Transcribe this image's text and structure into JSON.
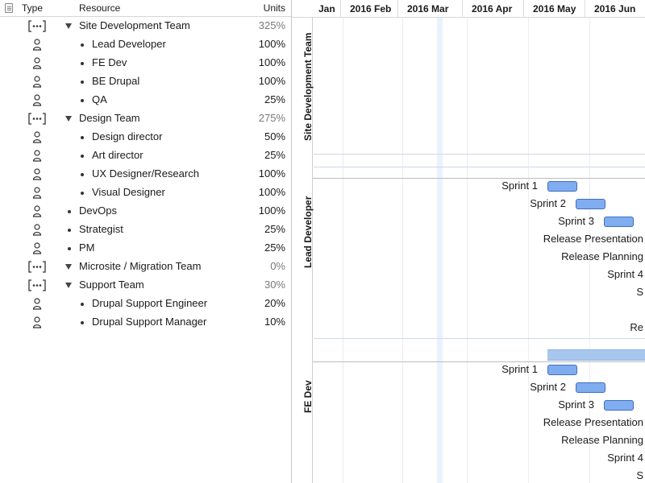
{
  "table": {
    "headers": {
      "type": "Type",
      "resource": "Resource",
      "units": "Units"
    },
    "rows": [
      {
        "kind": "group",
        "level": 1,
        "name": "Site Development Team",
        "units": "325%"
      },
      {
        "kind": "person",
        "level": 2,
        "name": "Lead Developer",
        "units": "100%"
      },
      {
        "kind": "person",
        "level": 2,
        "name": "FE Dev",
        "units": "100%"
      },
      {
        "kind": "person",
        "level": 2,
        "name": "BE Drupal",
        "units": "100%"
      },
      {
        "kind": "person",
        "level": 2,
        "name": "QA",
        "units": "25%"
      },
      {
        "kind": "group",
        "level": 1,
        "name": "Design Team",
        "units": "275%"
      },
      {
        "kind": "person",
        "level": 2,
        "name": "Design director",
        "units": "50%"
      },
      {
        "kind": "person",
        "level": 2,
        "name": "Art director",
        "units": "25%"
      },
      {
        "kind": "person",
        "level": 2,
        "name": "UX Designer/Research",
        "units": "100%"
      },
      {
        "kind": "person",
        "level": 2,
        "name": "Visual Designer",
        "units": "100%"
      },
      {
        "kind": "person",
        "level": 1,
        "name": "DevOps",
        "units": "100%"
      },
      {
        "kind": "person",
        "level": 1,
        "name": "Strategist",
        "units": "25%"
      },
      {
        "kind": "person",
        "level": 1,
        "name": "PM",
        "units": "25%"
      },
      {
        "kind": "group",
        "level": 1,
        "name": "Microsite / Migration Team",
        "units": "0%"
      },
      {
        "kind": "group",
        "level": 1,
        "name": "Support Team",
        "units": "30%"
      },
      {
        "kind": "person",
        "level": 2,
        "name": "Drupal Support Engineer",
        "units": "20%"
      },
      {
        "kind": "person",
        "level": 2,
        "name": "Drupal Support Manager",
        "units": "10%"
      }
    ]
  },
  "gantt": {
    "months": [
      "Jan",
      "2016 Feb",
      "2016 Mar",
      "2016 Apr",
      "2016 May",
      "2016 Jun"
    ],
    "sections": [
      {
        "label": "Site Development Team",
        "tasks": []
      },
      {
        "label": "Lead Developer",
        "tasks": [
          {
            "name": "Sprint 1",
            "bar": true
          },
          {
            "name": "Sprint 2",
            "bar": true
          },
          {
            "name": "Sprint 3",
            "bar": true
          },
          {
            "name": "Release Presentation",
            "bar": false
          },
          {
            "name": "Release Planning",
            "bar": false
          },
          {
            "name": "Sprint 4",
            "bar": false
          },
          {
            "name": "S",
            "bar": false
          },
          {
            "name": "",
            "bar": false
          },
          {
            "name": "Re",
            "bar": false
          }
        ]
      },
      {
        "label": "FE Dev",
        "tasks": [
          {
            "name": "Sprint 1",
            "bar": true
          },
          {
            "name": "Sprint 2",
            "bar": true
          },
          {
            "name": "Sprint 3",
            "bar": true
          },
          {
            "name": "Release Presentation",
            "bar": false
          },
          {
            "name": "Release Planning",
            "bar": false
          },
          {
            "name": "Sprint 4",
            "bar": false
          },
          {
            "name": "S",
            "bar": false
          }
        ]
      }
    ]
  },
  "colors": {
    "task_bar": "#80adf0",
    "task_bar_border": "#3f6fbf",
    "summary_bar": "#a7c7ee",
    "today_highlight": "#eaf3fd"
  },
  "icons": {
    "group": "resource-group-icon",
    "person": "person-icon",
    "header": "document-icon",
    "expand": "disclosure-triangle-icon",
    "bullet": "bullet-icon"
  }
}
